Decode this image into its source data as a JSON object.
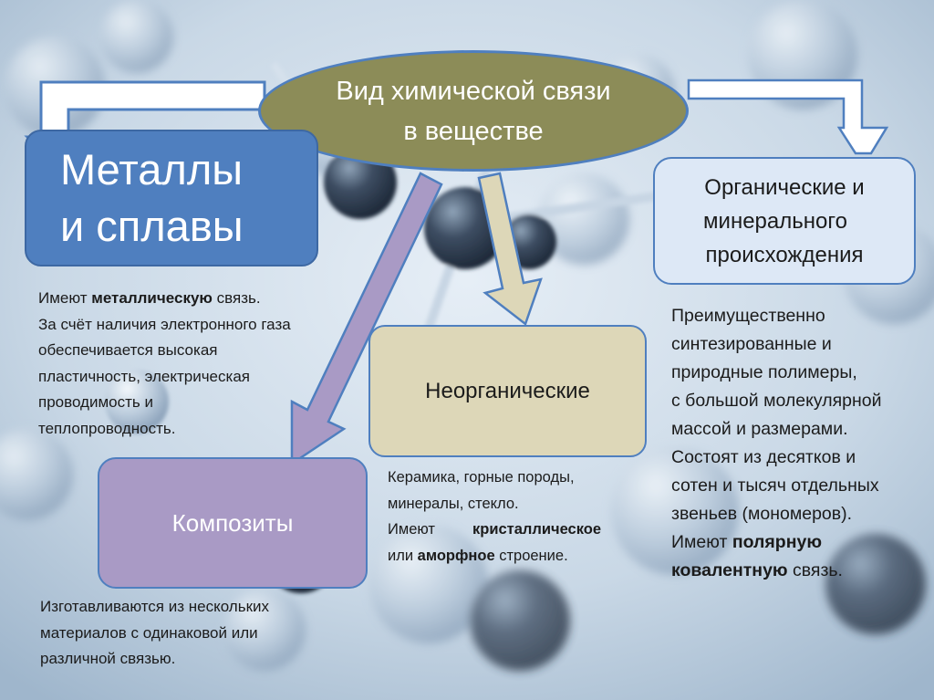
{
  "center": {
    "line1": "Вид химической связи",
    "line2": "в веществе",
    "fill": "#8c8c58"
  },
  "metals": {
    "line1": "Металлы",
    "line2": "и сплавы",
    "fill": "#4f7fbf",
    "desc": {
      "l1a": "Имеют ",
      "l1b": "металлическую",
      "l1c": " связь.",
      "l2": "За счёт наличия электронного газа",
      "l3": "обеспечивается высокая",
      "l4": "пластичность, электрическая",
      "l5": "проводимость и",
      "l6": "теплопроводность."
    }
  },
  "inorganic": {
    "label": "Неорганические",
    "fill": "#ddd7b8",
    "desc": {
      "l1": "Керамика, горные породы,",
      "l2": "минералы, стекло.",
      "l3a": "Имеют",
      "l3b": "кристаллическое",
      "l4a": "или ",
      "l4b": "аморфное",
      "l4c": " строение."
    }
  },
  "composites": {
    "label": "Композиты",
    "fill": "#a99ac5",
    "desc": {
      "l1": "Изготавливаются из нескольких",
      "l2": "материалов с одинаковой или",
      "l3": "различной связью."
    }
  },
  "organic": {
    "line1": "Органические и",
    "line2": "минерального",
    "line3": "происхождения",
    "fill": "#dde8f6",
    "desc": {
      "l1": "Преимущественно",
      "l2": "синтезированные и",
      "l3": "природные полимеры,",
      "l4": " с большой молекулярной",
      "l5": "массой и размерами.",
      "l6": "Состоят из десятков и",
      "l7": "сотен и тысяч отдельных",
      "l8": "звеньев (мономеров).",
      "l9a": "Имеют ",
      "l9b": "полярную",
      "l10a": "ковалентную",
      "l10b": " связь."
    }
  }
}
